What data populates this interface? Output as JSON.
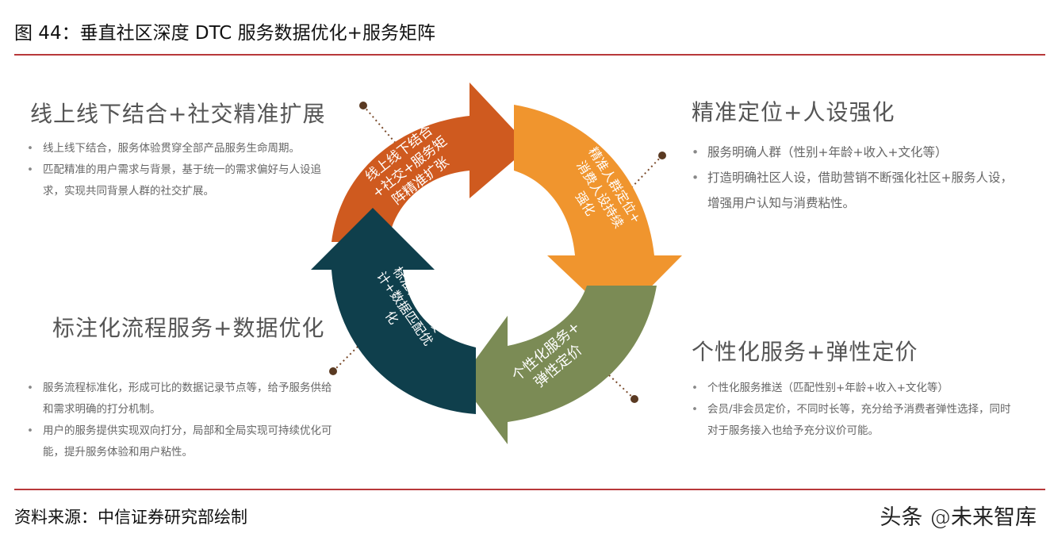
{
  "figure_title": "图 44：垂直社区深度 DTC 服务数据优化+服务矩阵",
  "source": "资料来源：中信证券研究部绘制",
  "watermark": "头条 @未来智库",
  "colors": {
    "rule": "#b8383a",
    "top_left_arrow": "#cf5a1f",
    "top_right_arrow": "#f0952e",
    "bottom_right_arrow": "#7b8b55",
    "bottom_left_arrow": "#0f3f4c"
  },
  "sections": {
    "top_left": {
      "title": "线上线下结合+社交精准扩展",
      "bullets": [
        "线上线下结合，服务体验贯穿全部产品服务生命周期。",
        "匹配精准的用户需求与背景，基于统一的需求偏好与人设追求，实现共同背景人群的社交扩展。"
      ]
    },
    "top_right": {
      "title": "精准定位+人设强化",
      "bullets": [
        "服务明确人群（性别+年龄+收入+文化等）",
        "打造明确社区人设，借助营销不断强化社区+服务人设，增强用户认知与消费粘性。"
      ]
    },
    "bottom_left": {
      "title": "标注化流程服务+数据优化",
      "bullets": [
        "服务流程标准化，形成可比的数据记录节点等，给予服务供给和需求明确的打分机制。",
        "用户的服务提供实现双向打分，局部和全局实现可持续优化可能，提升服务体验和用户粘性。"
      ]
    },
    "bottom_right": {
      "title": "个性化服务+弹性定价",
      "bullets": [
        "个性化服务推送（匹配性别+年龄+收入+文化等）",
        "会员/非会员定价，不同时长等，充分给予消费者弹性选择，同时对于服务接入也给予充分议价可能。"
      ]
    }
  },
  "arrows": {
    "top_left": [
      "线上线下结合",
      "+社交+服务矩",
      "阵精准扩张"
    ],
    "top_right": [
      "精准人群定位+",
      "消费人设持续",
      "强化"
    ],
    "bottom_right": [
      "个性化服务+",
      "弹性定价"
    ],
    "bottom_left": [
      "标准化流程设",
      "计+数据匹配优",
      "化"
    ]
  }
}
